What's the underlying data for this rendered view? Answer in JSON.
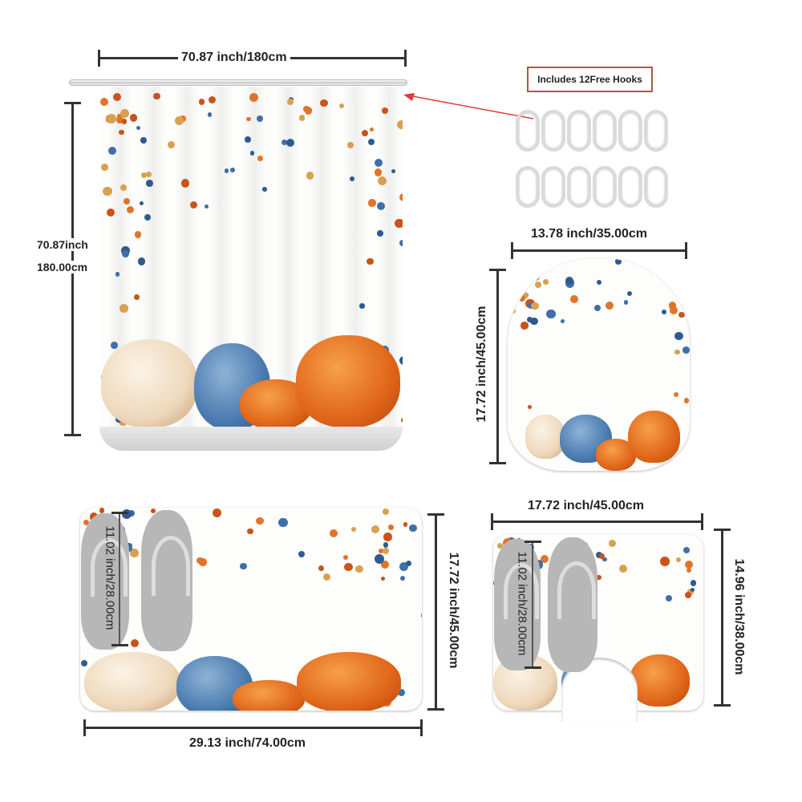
{
  "curtain": {
    "width_label": "70.87 inch/180cm",
    "height_label_inch": "70.87inch",
    "height_label_cm": "180.00cm"
  },
  "hooks": {
    "label": "Includes 12Free Hooks",
    "count": 12
  },
  "lid_cover": {
    "width_label": "13.78 inch/35.00cm",
    "height_label": "17.72 inch/45.00cm"
  },
  "bath_mat": {
    "width_label": "29.13 inch/74.00cm",
    "height_label": "17.72 inch/45.00cm",
    "slipper_label": "11.02 inch/28.00cm"
  },
  "contour_mat": {
    "width_label": "17.72 inch/45.00cm",
    "height_label": "14.96 inch/38.00cm",
    "slipper_label": "11.02 inch/28.00cm"
  },
  "colors": {
    "orange": "#e0661a",
    "blue": "#4a7bb0",
    "arrow": "#e53935",
    "hook_box_border": "#b5563e"
  }
}
